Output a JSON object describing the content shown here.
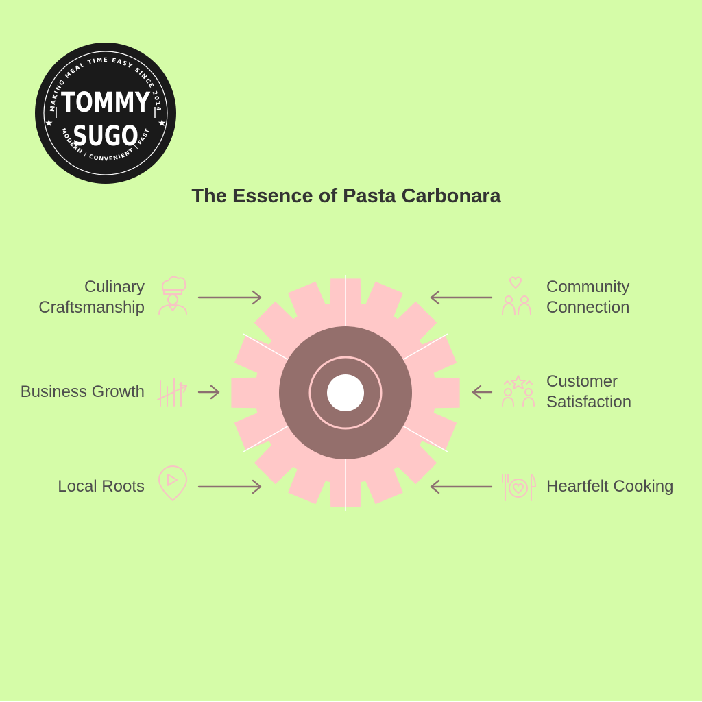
{
  "logo": {
    "top_text": "MAKING MEAL TIME EASY SINCE 2014",
    "line1": "TOMMY",
    "line2": "SUGO",
    "bottom_text": "MODERN | CONVENIENT | FAST"
  },
  "title": "The Essence of Pasta Carbonara",
  "factors": [
    {
      "label": "Culinary Craftsmanship",
      "lines": [
        "Culinary",
        "Craftsmanship"
      ],
      "icon": "chef-icon"
    },
    {
      "label": "Business Growth",
      "lines": [
        "Business Growth"
      ],
      "icon": "growth-chart-icon"
    },
    {
      "label": "Local Roots",
      "lines": [
        "Local Roots"
      ],
      "icon": "location-pin-icon"
    },
    {
      "label": "Community Connection",
      "lines": [
        "Community",
        "Connection"
      ],
      "icon": "community-icon"
    },
    {
      "label": "Customer Satisfaction",
      "lines": [
        "Customer",
        "Satisfaction"
      ],
      "icon": "customer-rating-icon"
    },
    {
      "label": "Heartfelt Cooking",
      "lines": [
        "Heartfelt Cooking"
      ],
      "icon": "plate-heart-icon"
    }
  ],
  "colors": {
    "background": "#d5fca8",
    "gear": "#ffc8c8",
    "hub": "#946f6c",
    "arrow": "#8c6f70",
    "icon": "#f7c4c4",
    "title": "#333333",
    "label": "#4d4d4d"
  }
}
